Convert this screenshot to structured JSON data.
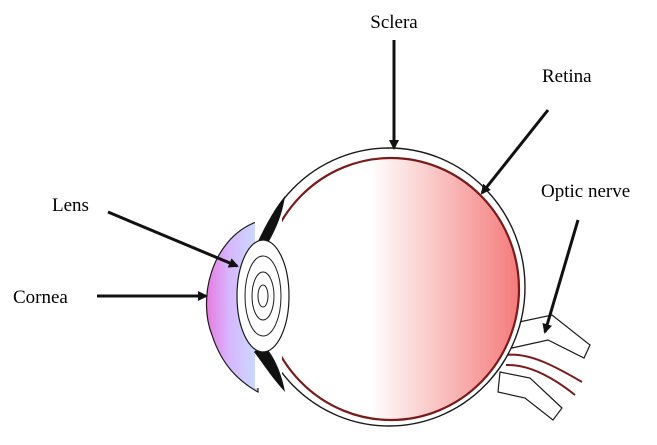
{
  "labels": {
    "sclera": "Sclera",
    "retina": "Retina",
    "lens": "Lens",
    "optic_nerve": "Optic nerve",
    "cornea": "Cornea"
  },
  "colors": {
    "retina_line": "#7a1a1a",
    "retina_fill_edge": "#f47b7b",
    "cornea_pink": "#e77be0",
    "cornea_blue": "#c9dcff",
    "outline": "#1a1a1a",
    "ciliary_black": "#111111"
  }
}
